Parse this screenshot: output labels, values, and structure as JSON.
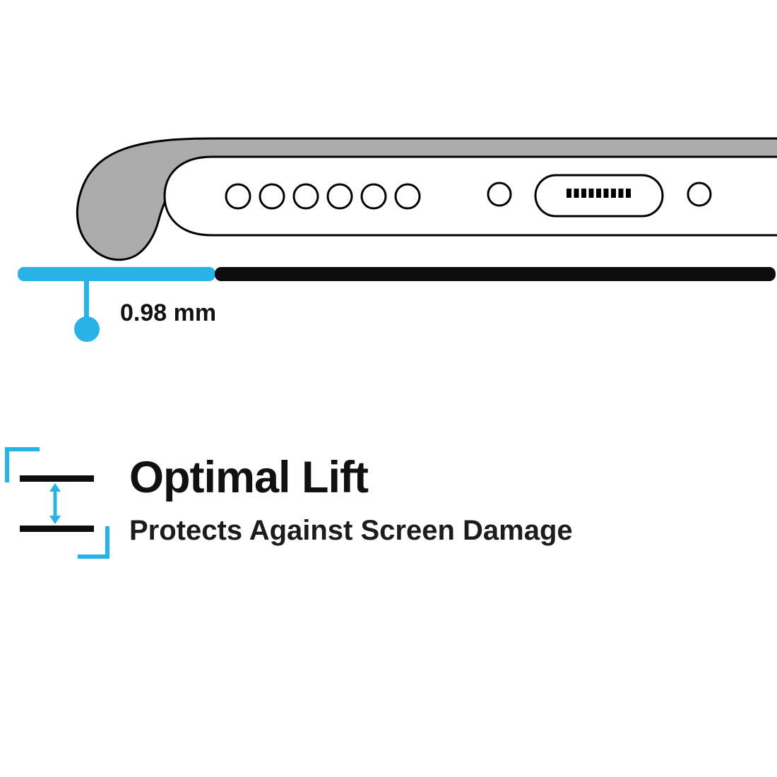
{
  "measurement": {
    "label": "0.98 mm"
  },
  "feature": {
    "title": "Optimal Lift",
    "subtitle": "Protects Against Screen Damage"
  },
  "illustration": {
    "speaker_hole_count": 6,
    "port": "charging-port",
    "surface_left_color": "accent",
    "surface_right_color": "black"
  },
  "colors": {
    "accent": "#29b2e5",
    "ink": "#111111",
    "case_gray": "#ababab"
  }
}
